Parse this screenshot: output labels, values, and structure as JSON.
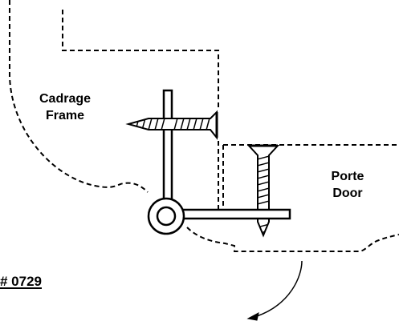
{
  "labels": {
    "frame_fr": "Cadrage",
    "frame_en": "Frame",
    "door_fr": "Porte",
    "door_en": "Door"
  },
  "part_number": "# 0729",
  "colors": {
    "ink": "#000000",
    "screw_fill": "#ffffff",
    "background": "#ffffff"
  }
}
